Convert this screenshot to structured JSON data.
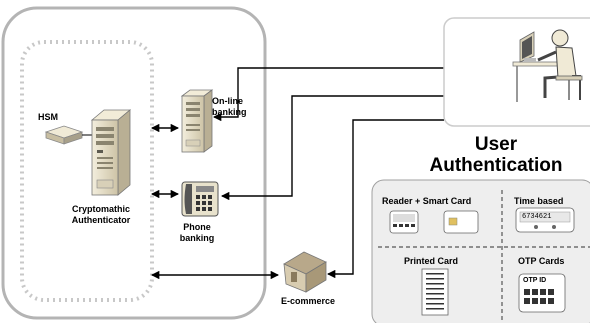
{
  "labels": {
    "hsm": "HSM",
    "online_banking": "On-line\nbanking",
    "cryptomathic_authenticator": "Cryptomathic\nAuthenticator",
    "phone_banking": "Phone\nbanking",
    "ecommerce": "E-commerce",
    "user_authentication": "User\nAuthentication"
  },
  "cards": {
    "reader_smart_card": "Reader  + Smart Card",
    "time_based": "Time based",
    "time_based_display": "6734621",
    "printed_card": "Printed Card",
    "otp_cards": "OTP Cards",
    "otp_id": "OTP ID"
  },
  "colors": {
    "panel_border": "#b4b4b4",
    "dotted_border": "#c8c8c8",
    "card_panel_bg": "#eeeeee",
    "card_panel_border": "#a0a0a0",
    "device_beige": "#e4dcc4",
    "line": "#000000"
  }
}
